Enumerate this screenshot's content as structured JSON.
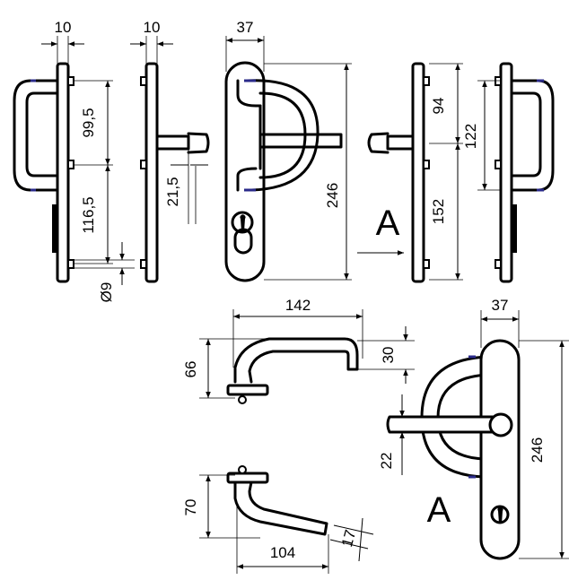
{
  "dimensions": {
    "side_left_plate_width": "10",
    "side_mid_plate_width": "10",
    "front_plate_width_top": "37",
    "upper_spacing": "99,5",
    "lower_spacing": "116,5",
    "hole_diameter": "Ø9",
    "spindle_offset": "21,5",
    "front_height": "246",
    "right_upper_spacing": "94",
    "right_lower_spacing": "152",
    "far_right_spacing": "122",
    "handle_length": "142",
    "handle_height": "66",
    "handle_grip_height": "30",
    "front_plate_width_bottom": "37",
    "bottom_front_height": "246",
    "grip_offset": "22",
    "lever_height": "70",
    "lever_length": "104",
    "lever_thickness": "17"
  },
  "labels": {
    "view_a_arrow": "A",
    "view_a_bottom": "A"
  },
  "colors": {
    "line": "#000000",
    "accent": "#2a2a8a"
  }
}
